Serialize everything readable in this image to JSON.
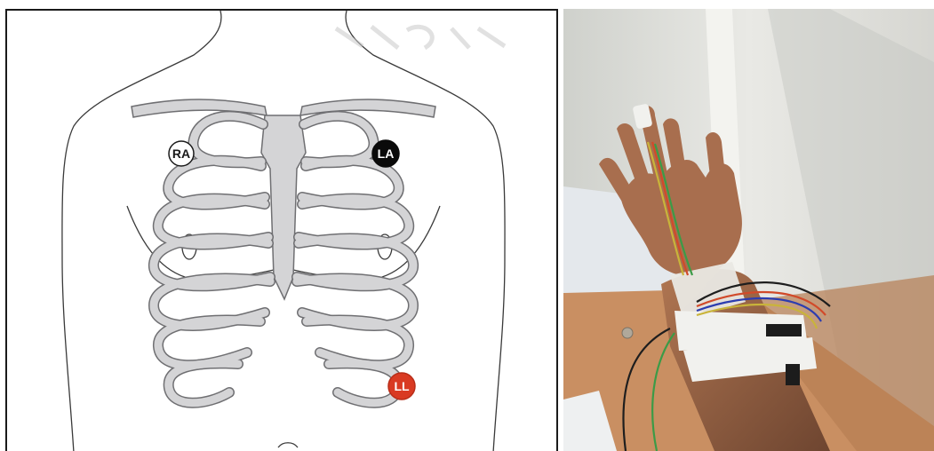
{
  "figure": {
    "description_panels": 2
  },
  "electrodes": [
    {
      "id": "ra",
      "label": "RA",
      "fill": "#ffffff",
      "text_color": "#1a1a1a",
      "stroke": "#1a1a1a"
    },
    {
      "id": "la",
      "label": "LA",
      "fill": "#0a0a0a",
      "text_color": "#ffffff",
      "stroke": "#0a0a0a"
    },
    {
      "id": "ll",
      "label": "LL",
      "fill": "#d93a22",
      "text_color": "#ffffff",
      "stroke": "#b82d18"
    }
  ],
  "colors": {
    "rib_fill": "#d4d4d6",
    "rib_stroke": "#6f6f72",
    "outline": "#3a3a3a",
    "wall": "#e6e6e2",
    "bedding": "#c98f62",
    "skin": "#a86e4e",
    "tape": "#f1f1ee"
  },
  "icons": {
    "ra": "circle-electrode",
    "la": "circle-electrode",
    "ll": "circle-electrode"
  }
}
